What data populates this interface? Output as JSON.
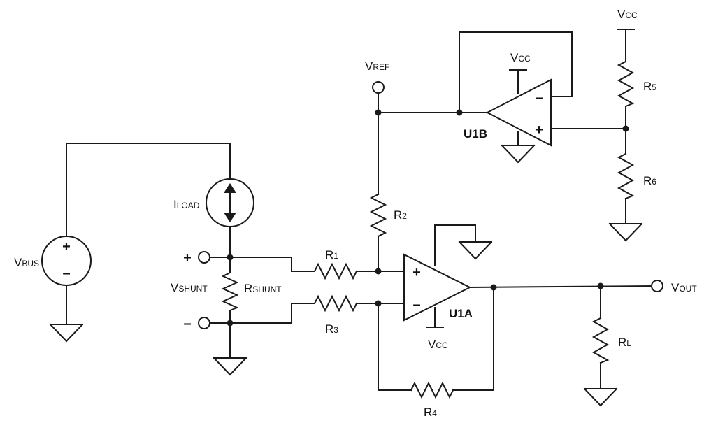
{
  "labels": {
    "vbus": {
      "main": "V",
      "sub": "BUS"
    },
    "iload": {
      "main": "I",
      "sub": "LOAD"
    },
    "vshunt": {
      "main": "V",
      "sub": "SHUNT"
    },
    "rshunt": {
      "main": "R",
      "sub": "SHUNT"
    },
    "vref": {
      "main": "V",
      "sub": "REF"
    },
    "vout": {
      "main": "V",
      "sub": "OUT"
    },
    "vcc_top_right": {
      "main": "V",
      "sub": "CC"
    },
    "vcc_u1b": {
      "main": "V",
      "sub": "CC"
    },
    "vcc_u1a": {
      "main": "V",
      "sub": "CC"
    },
    "r1": {
      "main": "R",
      "sub": "1"
    },
    "r2": {
      "main": "R",
      "sub": "2"
    },
    "r3": {
      "main": "R",
      "sub": "3"
    },
    "r4": {
      "main": "R",
      "sub": "4"
    },
    "r5": {
      "main": "R",
      "sub": "5"
    },
    "r6": {
      "main": "R",
      "sub": "6"
    },
    "rl": {
      "main": "R",
      "sub": "L"
    },
    "u1a": "U1A",
    "u1b": "U1B",
    "plus": "+",
    "minus": "–"
  }
}
